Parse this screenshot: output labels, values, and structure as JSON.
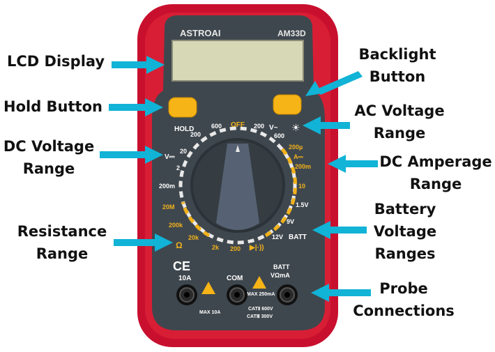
{
  "callouts": {
    "lcd_display": "LCD Display",
    "hold_button": "Hold Button",
    "dc_voltage": [
      "DC Voltage",
      "Range"
    ],
    "resistance": [
      "Resistance",
      "Range"
    ],
    "backlight": [
      "Backlight",
      "Button"
    ],
    "ac_voltage": [
      "AC Voltage",
      "Range"
    ],
    "dc_amperage": [
      "DC Amperage",
      "Range"
    ],
    "battery": [
      "Battery",
      "Voltage",
      "Ranges"
    ],
    "probe": [
      "Probe",
      "Connections"
    ]
  },
  "device": {
    "brand": "ASTROAI",
    "model": "AM33D",
    "hold_label": "HOLD",
    "ce_mark": "CE",
    "dial": {
      "off": "OFF",
      "dc_v_symbol": "V⎓",
      "ac_v_symbol": "V~",
      "dc_a_symbol": "A⎓",
      "ohm_symbol": "Ω",
      "batt": "BATT",
      "dc_v_ranges": [
        "600",
        "200",
        "20",
        "2",
        "200m"
      ],
      "ac_v_ranges": [
        "200",
        "600"
      ],
      "dc_a_ranges": [
        "200µ",
        "200m",
        "10"
      ],
      "ohm_ranges": [
        "20M",
        "200k",
        "20k",
        "2k",
        "200"
      ],
      "batt_ranges": [
        "1.5V",
        "9V",
        "12V"
      ]
    },
    "ports": {
      "port_10a": "10A",
      "port_com": "COM",
      "port_v": "VΩmA",
      "port_v_batt": "BATT",
      "max_10a": "MAX 10A",
      "max_250ma": "MAX 250mA",
      "cat_1": "CATⅡ 600V",
      "cat_2": "CATⅢ 300V"
    }
  },
  "colors": {
    "arrow": "#11b3d6",
    "case_red": "#c8102e",
    "panel": "#3f474e",
    "lcd": "#d6d8b6",
    "button_yellow": "#f6b417",
    "dial_dash": "#f2b21b"
  }
}
